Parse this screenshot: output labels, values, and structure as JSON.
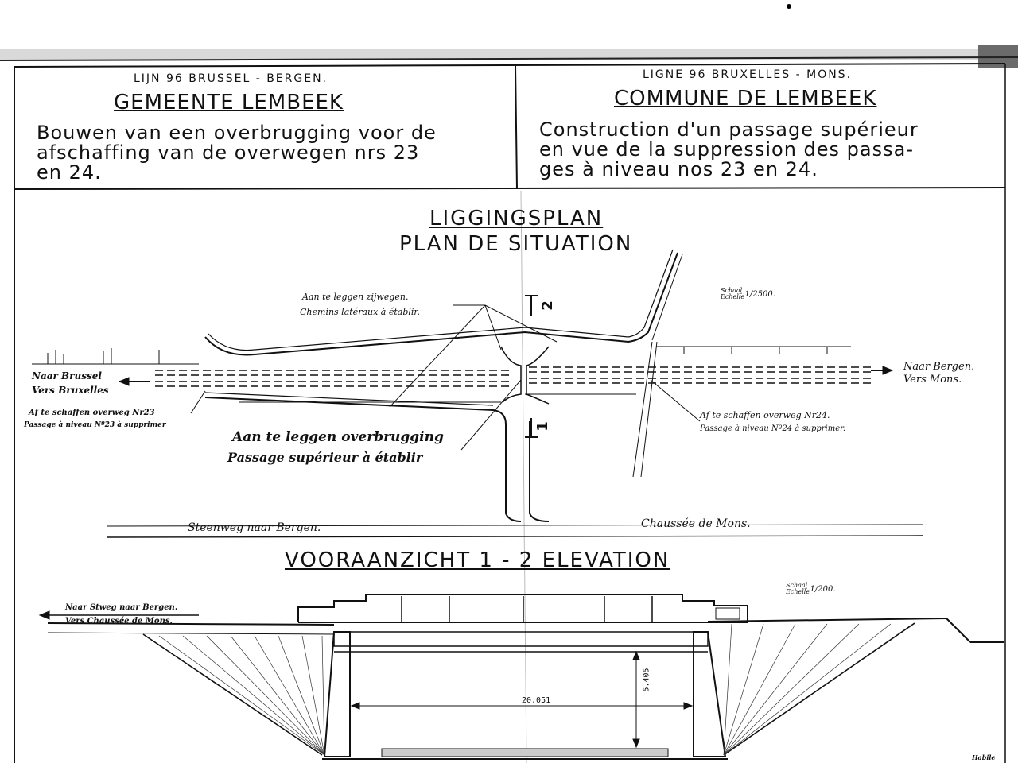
{
  "header": {
    "nl": {
      "line": "LIJN 96 BRUSSEL - BERGEN.",
      "municipality": "GEMEENTE LEMBEEK",
      "description": "Bouwen van een overbrugging voor de\nafschaffing van de overwegen nrs 23\nen 24."
    },
    "fr": {
      "line": "LIGNE 96 BRUXELLES - MONS.",
      "municipality": "COMMUNE DE LEMBEEK",
      "description": "Construction d'un passage supérieur\nen vue de la suppression des passa-\nges à niveau nos 23 en 24."
    }
  },
  "plan": {
    "title_nl": "LIGGINGSPLAN",
    "title_fr": "PLAN DE SITUATION",
    "scale_label": "Schaal\nEchelle",
    "scale_value": ": 1/2500.",
    "side_roads_nl": "Aan te leggen zijwegen.",
    "side_roads_fr": "Chemins latéraux à établir.",
    "to_brussel_nl": "Naar Brussel",
    "to_brussel_fr": "Vers Bruxelles",
    "to_bergen_nl": "Naar Bergen.",
    "to_bergen_fr": "Vers Mons.",
    "crossing23_nl": "Af te schaffen overweg Nr23",
    "crossing23_fr": "Passage à niveau Nº23 à supprimer",
    "crossing24_nl": "Af te schaffen overweg Nr24.",
    "crossing24_fr": "Passage à niveau Nº24 à supprimer.",
    "bridge_nl": "Aan te leggen overbrugging",
    "bridge_fr": "Passage supérieur à établir",
    "road_nl": "Steenweg naar Bergen.",
    "road_fr": "Chaussée de Mons.",
    "section_mark_top": "2",
    "section_mark_bottom": "1"
  },
  "elevation": {
    "title": "VOORAANZICHT 1 - 2 ELEVATION",
    "scale_label": "Schaal\nEchelle",
    "scale_value": ": 1/200.",
    "road_nl": "Naar Stweg naar Bergen.",
    "road_fr": "Vers Chaussée de Mons.",
    "span": "20.051",
    "clearance": "5.405"
  },
  "stamp": "Habile"
}
